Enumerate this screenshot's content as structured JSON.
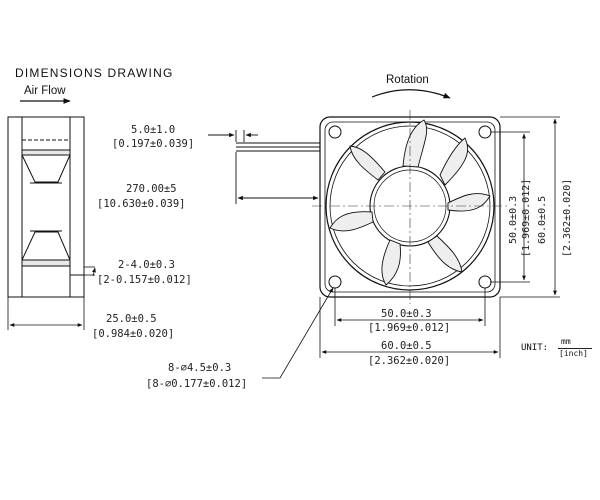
{
  "title": "DIMENSIONS DRAWING",
  "air_flow_label": "Air Flow",
  "rotation_label": "Rotation",
  "dimensions": {
    "cable_strip": "5.0±1.0",
    "cable_strip_inch": "[0.197±0.039]",
    "cable_length": "270.00±5",
    "cable_length_inch": "[10.630±0.039]",
    "side_hole": "2-4.0±0.3",
    "side_hole_inch": "[2-0.157±0.012]",
    "thickness": "25.0±0.5",
    "thickness_inch": "[0.984±0.020]",
    "mount_hole": "8-⌀4.5±0.3",
    "mount_hole_inch": "[8-⌀0.177±0.012]",
    "hole_spacing_h": "50.0±0.3",
    "hole_spacing_h_inch": "[1.969±0.012]",
    "outer_width": "60.0±0.5",
    "outer_width_inch": "[2.362±0.020]",
    "hole_spacing_v": "50.0±0.3",
    "hole_spacing_v_inch": "[1.969±0.012]",
    "outer_height": "60.0±0.5",
    "outer_height_inch": "[2.362±0.020]"
  },
  "unit": {
    "prefix": "UNIT:",
    "mm": "mm",
    "inch": "[inch]"
  }
}
